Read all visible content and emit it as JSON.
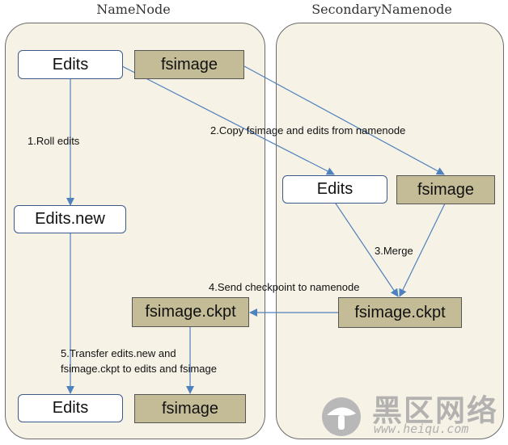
{
  "panels": {
    "namenode_title": "NameNode",
    "secondary_title": "SecondaryNamenode"
  },
  "namenode": {
    "edits_top": "Edits",
    "fsimage_top": "fsimage",
    "edits_new": "Edits.new",
    "fsimage_ckpt": "fsimage.ckpt",
    "edits_bottom": "Edits",
    "fsimage_bottom": "fsimage"
  },
  "secondary": {
    "edits": "Edits",
    "fsimage": "fsimage",
    "fsimage_ckpt": "fsimage.ckpt"
  },
  "steps": {
    "step1": "1.Roll edits",
    "step2": "2.Copy fsimage and edits from namenode",
    "step3": "3.Merge",
    "step4": "4.Send checkpoint to namenode",
    "step5_line1": "5.Transfer edits.new and",
    "step5_line2": "fsimage.ckpt to edits and fsimage"
  },
  "watermark": {
    "text": "黑区网络",
    "url": "www.heiqu.com"
  },
  "colors": {
    "panel_fill": "#f6f2e6",
    "tan_box": "#c4bc96",
    "arrow": "#4f81bd"
  }
}
